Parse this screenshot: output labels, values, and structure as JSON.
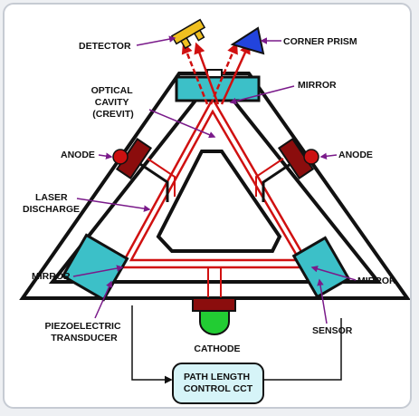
{
  "labels": {
    "detector": "DETECTOR",
    "corner_prism": "CORNER PRISM",
    "optical_cavity": [
      "OPTICAL",
      "CAVITY",
      "(CREVIT)"
    ],
    "mirror_top": "MIRROR",
    "anode_left": "ANODE",
    "anode_right": "ANODE",
    "laser_discharge": [
      "LASER",
      "DISCHARGE"
    ],
    "mirror_left": "MIRROR",
    "mirror_right": "MIRROR",
    "piezo": [
      "PIEZOELECTRIC",
      "TRANSDUCER"
    ],
    "sensor": "SENSOR",
    "cathode": "CATHODE",
    "control_box": [
      "PATH LENGTH",
      "CONTROL CCT"
    ]
  },
  "colors": {
    "cyan_block": "#3cc0c8",
    "electrode": "#8b0d0d",
    "beam": "#d01010",
    "pointer": "#7a1a8a",
    "detector": "#f0c020",
    "prism": "#2244dd",
    "cathode": "#22cc33",
    "control_box_fill": "#d6f4f8"
  }
}
